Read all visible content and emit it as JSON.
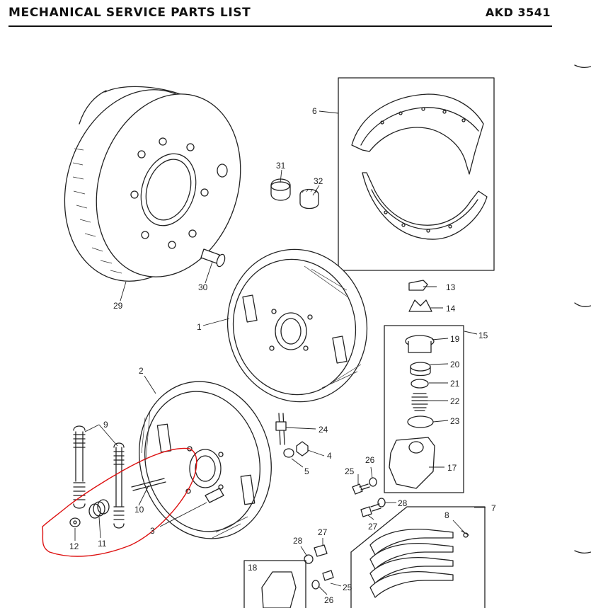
{
  "header": {
    "title": "MECHANICAL SERVICE PARTS LIST",
    "code": "AKD 3541"
  },
  "callouts": {
    "c1": "1",
    "c2": "2",
    "c3": "3",
    "c4": "4",
    "c5": "5",
    "c6": "6",
    "c7": "7",
    "c8": "8",
    "c9": "9",
    "c10": "10",
    "c11": "11",
    "c12": "12",
    "c13": "13",
    "c14": "14",
    "c15": "15",
    "c17": "17",
    "c18": "18",
    "c19": "19",
    "c20": "20",
    "c21": "21",
    "c22": "22",
    "c23": "23",
    "c24": "24",
    "c25a": "25",
    "c25b": "25",
    "c26a": "26",
    "c26b": "26",
    "c27a": "27",
    "c27b": "27",
    "c28a": "28",
    "c28b": "28",
    "c29": "29",
    "c30": "30",
    "c31": "31",
    "c32": "32"
  },
  "annotation": {
    "color": "#dd1111"
  }
}
